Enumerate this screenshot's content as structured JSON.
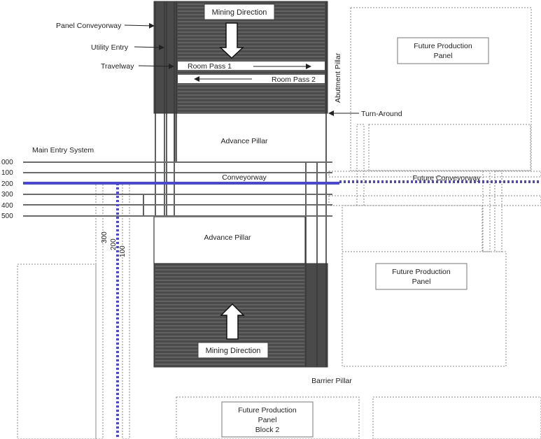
{
  "colors": {
    "mined_panel": "#4a4a4a",
    "panel_border": "#3a3a3a",
    "entry_line": "#6a6a6a",
    "conveyor_line": "#4848d8",
    "future_outline": "#8a8a8a",
    "text": "#222222"
  },
  "labels": {
    "panel_conveyorway": "Panel Conveyorway",
    "utility_entry": "Utility Entry",
    "travelway": "Travelway",
    "mining_direction_top": "Mining Direction",
    "mining_direction_bottom": "Mining Direction",
    "room_pass_1": "Room Pass 1",
    "room_pass_2": "Room Pass 2",
    "abutment_pillar": "Abutment Pillar",
    "turn_around": "Turn-Around",
    "advance_pillar_top": "Advance Pillar",
    "advance_pillar_bottom": "Advance Pillar",
    "main_entry_system": "Main Entry System",
    "conveyorway": "Conveyorway",
    "future_conveyorway": "Future Conveyorway",
    "barrier_pillar": "Barrier Pillar"
  },
  "entry_numbers": [
    "000",
    "100",
    "200",
    "300",
    "400",
    "500"
  ],
  "vertical_entry_numbers": [
    "300",
    "200",
    "100"
  ],
  "future_panels": {
    "top_right": [
      "Future Production",
      "Panel"
    ],
    "mid_right": [
      "Future Production",
      "Panel"
    ],
    "bottom": [
      "Future Production",
      "Panel",
      "Block 2"
    ]
  }
}
